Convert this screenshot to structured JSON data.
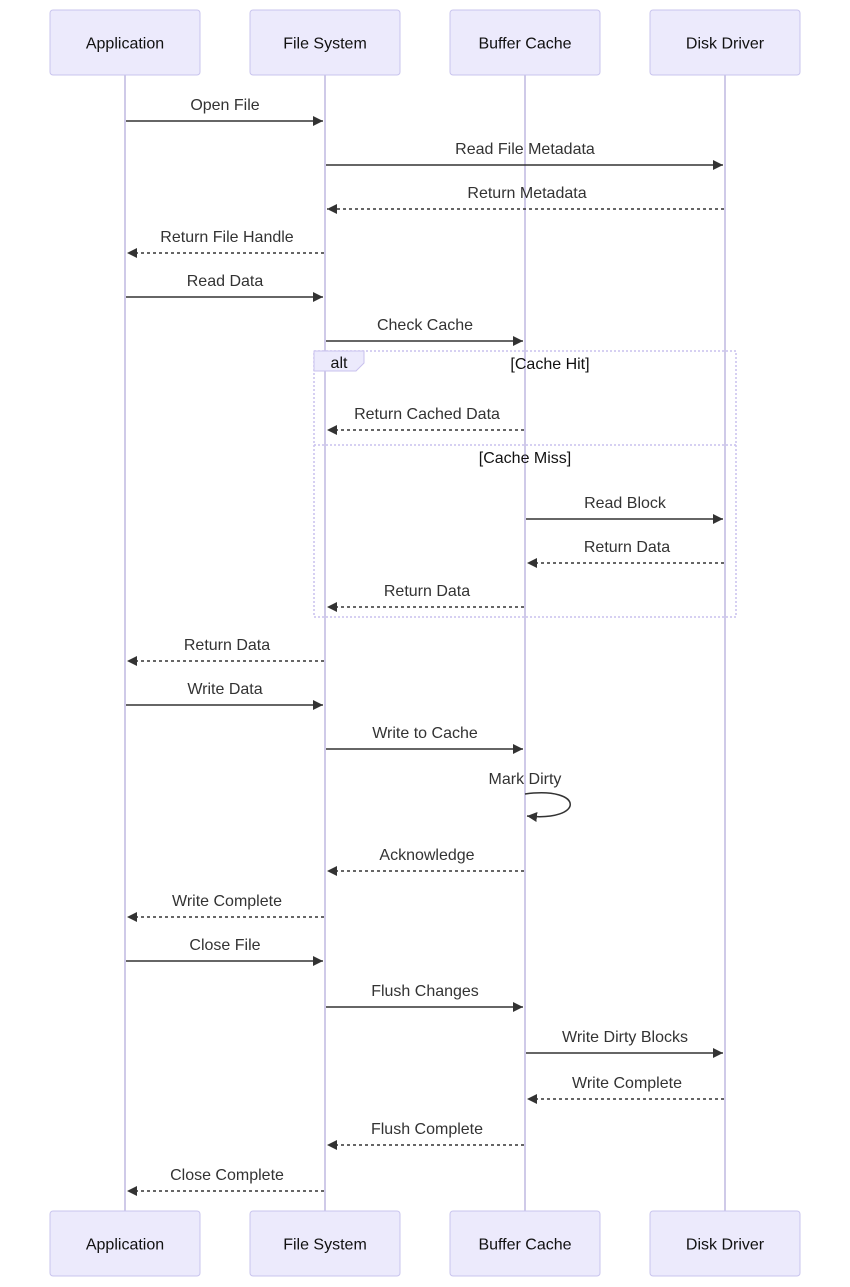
{
  "actors": [
    {
      "id": "app",
      "label": "Application"
    },
    {
      "id": "fs",
      "label": "File System"
    },
    {
      "id": "cache",
      "label": "Buffer Cache"
    },
    {
      "id": "disk",
      "label": "Disk Driver"
    }
  ],
  "messages": [
    {
      "from": "app",
      "to": "fs",
      "label": "Open File",
      "style": "solid"
    },
    {
      "from": "fs",
      "to": "disk",
      "label": "Read File Metadata",
      "style": "solid"
    },
    {
      "from": "disk",
      "to": "fs",
      "label": "Return Metadata",
      "style": "dashed"
    },
    {
      "from": "fs",
      "to": "app",
      "label": "Return File Handle",
      "style": "dashed"
    },
    {
      "from": "app",
      "to": "fs",
      "label": "Read Data",
      "style": "solid"
    },
    {
      "from": "fs",
      "to": "cache",
      "label": "Check Cache",
      "style": "solid"
    },
    {
      "from": "cache",
      "to": "fs",
      "label": "Return Cached Data",
      "style": "dashed"
    },
    {
      "from": "cache",
      "to": "disk",
      "label": "Read Block",
      "style": "solid"
    },
    {
      "from": "disk",
      "to": "cache",
      "label": "Return Data",
      "style": "dashed"
    },
    {
      "from": "cache",
      "to": "fs",
      "label": "Return Data",
      "style": "dashed"
    },
    {
      "from": "fs",
      "to": "app",
      "label": "Return Data",
      "style": "dashed"
    },
    {
      "from": "app",
      "to": "fs",
      "label": "Write Data",
      "style": "solid"
    },
    {
      "from": "fs",
      "to": "cache",
      "label": "Write to Cache",
      "style": "solid"
    },
    {
      "from": "cache",
      "to": "cache",
      "label": "Mark Dirty",
      "style": "solid"
    },
    {
      "from": "cache",
      "to": "fs",
      "label": "Acknowledge",
      "style": "dashed"
    },
    {
      "from": "fs",
      "to": "app",
      "label": "Write Complete",
      "style": "dashed"
    },
    {
      "from": "app",
      "to": "fs",
      "label": "Close File",
      "style": "solid"
    },
    {
      "from": "fs",
      "to": "cache",
      "label": "Flush Changes",
      "style": "solid"
    },
    {
      "from": "cache",
      "to": "disk",
      "label": "Write Dirty Blocks",
      "style": "solid"
    },
    {
      "from": "disk",
      "to": "cache",
      "label": "Write Complete",
      "style": "dashed"
    },
    {
      "from": "cache",
      "to": "fs",
      "label": "Flush Complete",
      "style": "dashed"
    },
    {
      "from": "fs",
      "to": "app",
      "label": "Close Complete",
      "style": "dashed"
    }
  ],
  "alt_block": {
    "keyword": "alt",
    "sections": [
      "[Cache Hit]",
      "[Cache Miss]"
    ]
  }
}
